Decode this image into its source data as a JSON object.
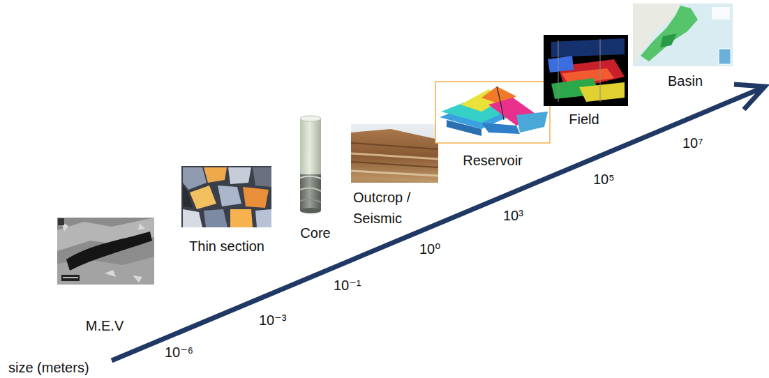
{
  "diagram": {
    "labels": [
      "M.E.V",
      "Thin section",
      "Core",
      "Outcrop / Seismic",
      "Reservoir",
      "Field",
      "Basin",
      "size (meters)",
      "10⁻⁶",
      "10⁻³",
      "10⁻¹",
      "10⁰",
      "10³",
      "10⁵",
      "10⁷"
    ]
  }
}
